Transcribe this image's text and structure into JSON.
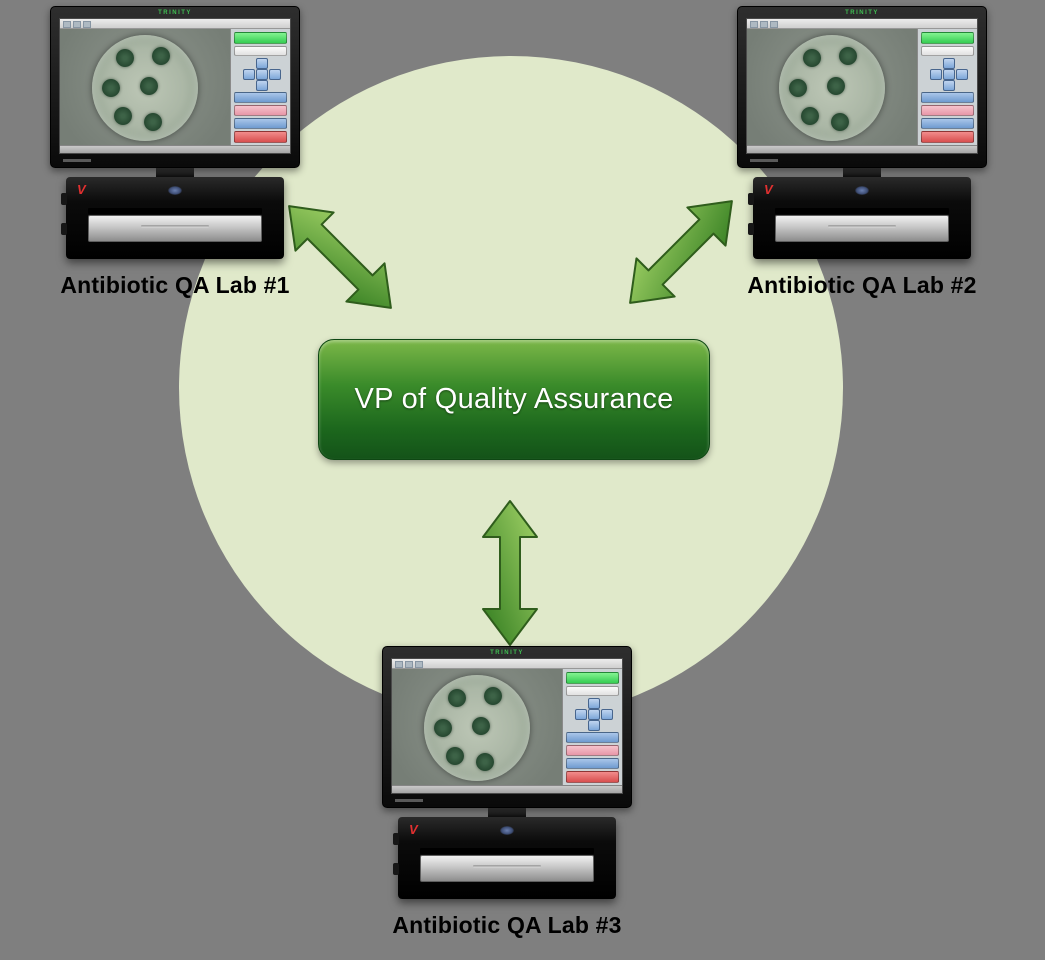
{
  "diagram": {
    "center_box": {
      "label": "VP of Quality Assurance"
    },
    "labs": [
      {
        "label": "Antibiotic QA Lab #1"
      },
      {
        "label": "Antibiotic QA Lab #2"
      },
      {
        "label": "Antibiotic QA Lab #3"
      }
    ],
    "device": {
      "brand": "TRINITY",
      "logo_letter": "V"
    },
    "colors": {
      "background": "#7f7f7f",
      "halo_circle": "#e0e9ca",
      "center_box_top": "#7cb748",
      "center_box_bottom": "#145319",
      "arrow_fill_light": "#9fd05f",
      "arrow_fill_dark": "#2f7a1e",
      "arrow_outline": "#2f5d1c",
      "label_text": "#000000",
      "center_text": "#ffffff"
    }
  }
}
